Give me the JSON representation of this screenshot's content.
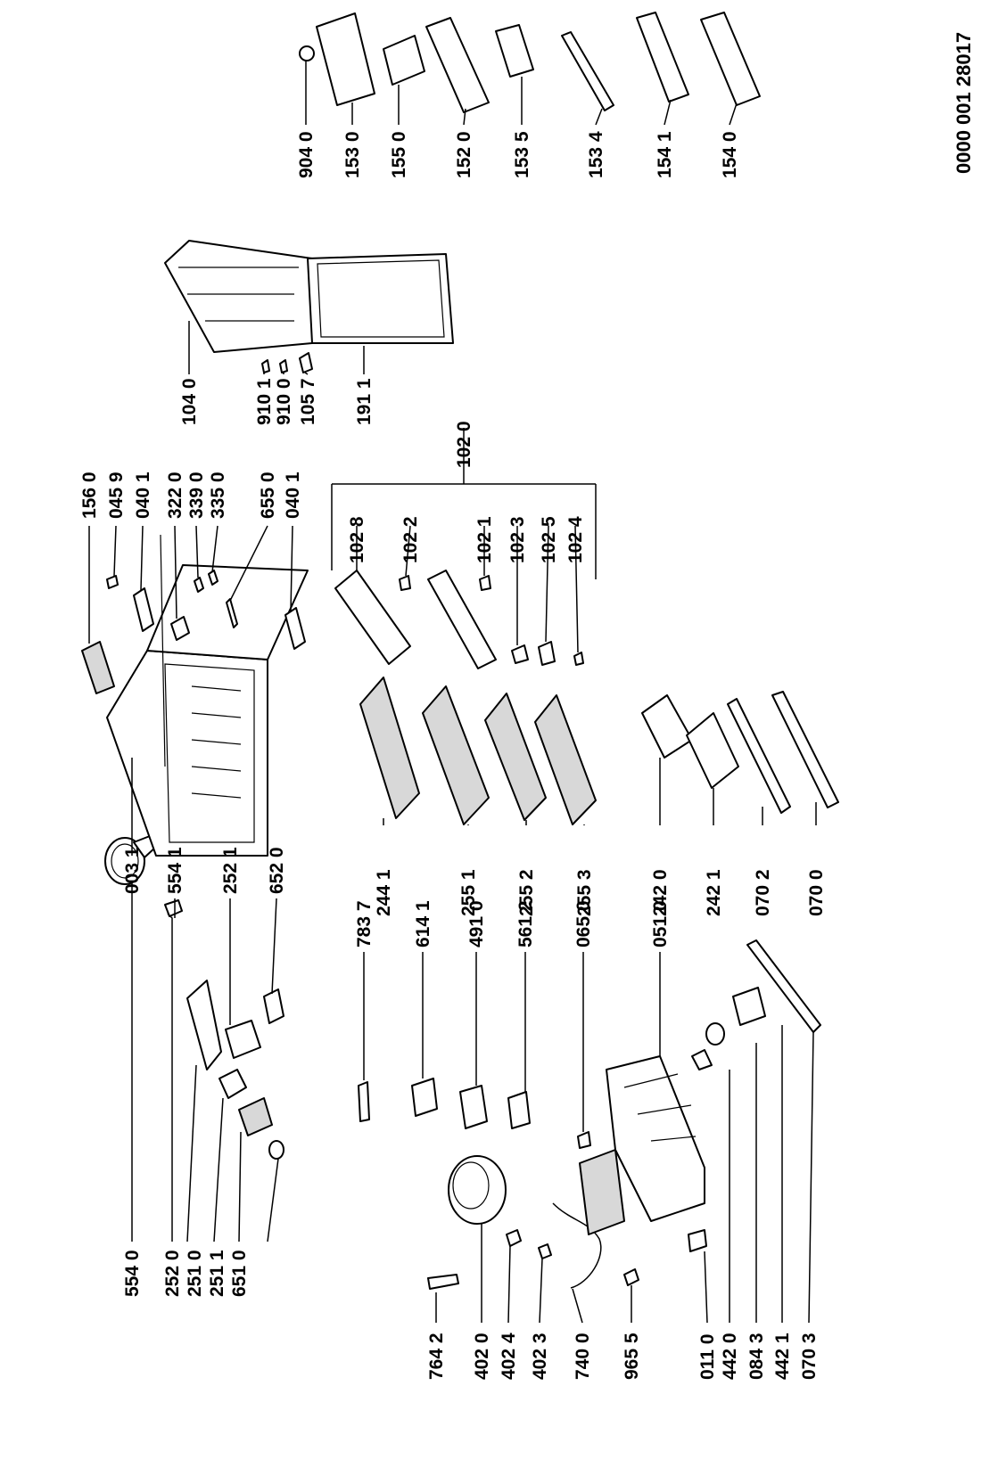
{
  "document_number": "0000 001 28017",
  "labels": {
    "l5540": "554 0",
    "l2520": "252 0",
    "l2510": "251 0",
    "l2511": "251 1",
    "l6510": "651 0",
    "l5541": "554 1",
    "l2521": "252 1",
    "l6520": "652 0",
    "l0031": "003 1",
    "l7642": "764 2",
    "l4020": "402 0",
    "l4024": "402 4",
    "l4023": "402 3",
    "l7400": "740 0",
    "l9655": "965 5",
    "l0110": "011 0",
    "l4420": "442 0",
    "l0843": "084 3",
    "l4421": "442 1",
    "l0703": "070 3",
    "l7837": "783 7",
    "l6141": "614 1",
    "l4910": "491 0",
    "l5612": "561 2",
    "l0650": "065 0",
    "l0510": "051 0",
    "l2441": "244 1",
    "l2551": "255 1",
    "l2552": "255 2",
    "l2553": "255 3",
    "l2420": "242 0",
    "l2421": "242 1",
    "l0702": "070 2",
    "l0700": "070 0",
    "l1560": "156 0",
    "l0459": "045 9",
    "l0401a": "040 1",
    "l3220": "322 0",
    "l3390": "339 0",
    "l3350": "335 0",
    "l6550": "655 0",
    "l0401b": "040 1",
    "l1028": "102 8",
    "l1022": "102 2",
    "l1021": "102 1",
    "l1023": "102 3",
    "l1025": "102 5",
    "l1024": "102 4",
    "l1020": "102 0",
    "l1040": "104 0",
    "l9101": "910 1",
    "l9100": "910 0",
    "l1057": "105 7",
    "l1911": "191 1",
    "l9040": "904 0",
    "l1530": "153 0",
    "l1550": "155 0",
    "l1520": "152 0",
    "l1535": "153 5",
    "l1534": "153 4",
    "l1541": "154 1",
    "l1540": "154 0"
  }
}
